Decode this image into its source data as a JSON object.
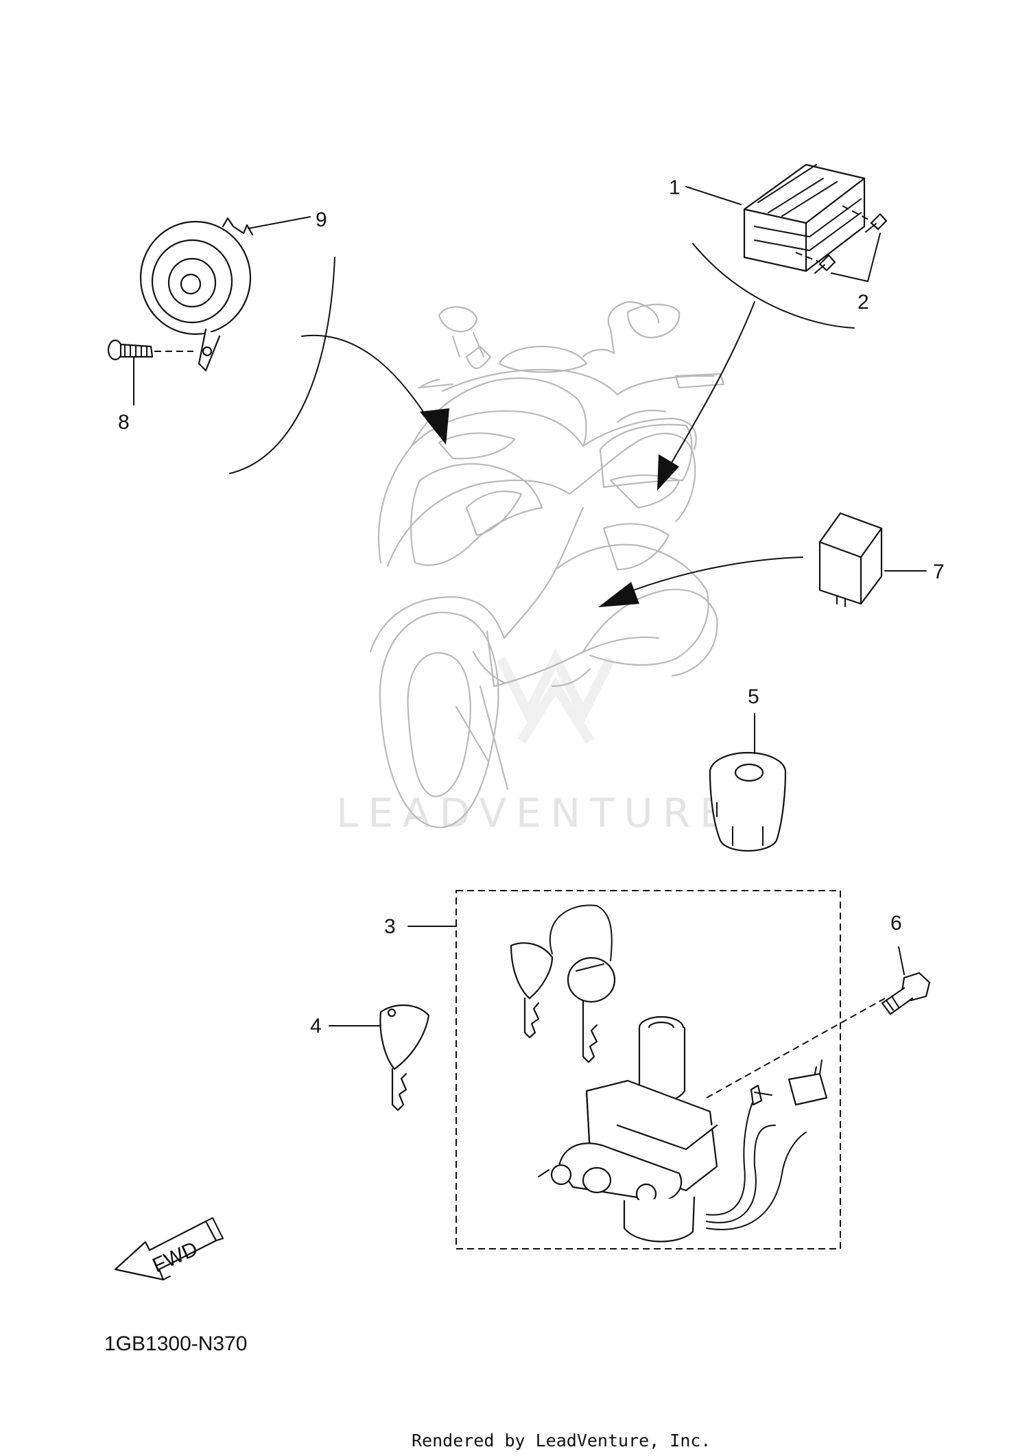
{
  "diagram": {
    "callouts": [
      {
        "id": "1",
        "label": "1"
      },
      {
        "id": "2",
        "label": "2"
      },
      {
        "id": "3",
        "label": "3"
      },
      {
        "id": "4",
        "label": "4"
      },
      {
        "id": "5",
        "label": "5"
      },
      {
        "id": "6",
        "label": "6"
      },
      {
        "id": "7",
        "label": "7"
      },
      {
        "id": "8",
        "label": "8"
      },
      {
        "id": "9",
        "label": "9"
      }
    ],
    "fwd_label": "FWD",
    "diagram_code": "1GB1300-N370",
    "watermark": "LEADVENTURE",
    "rendered_by": "Rendered by LeadVenture, Inc."
  },
  "colors": {
    "line": "#111111",
    "scooter_outline": "#b9b9b9",
    "watermark": "#e4e4e4"
  }
}
